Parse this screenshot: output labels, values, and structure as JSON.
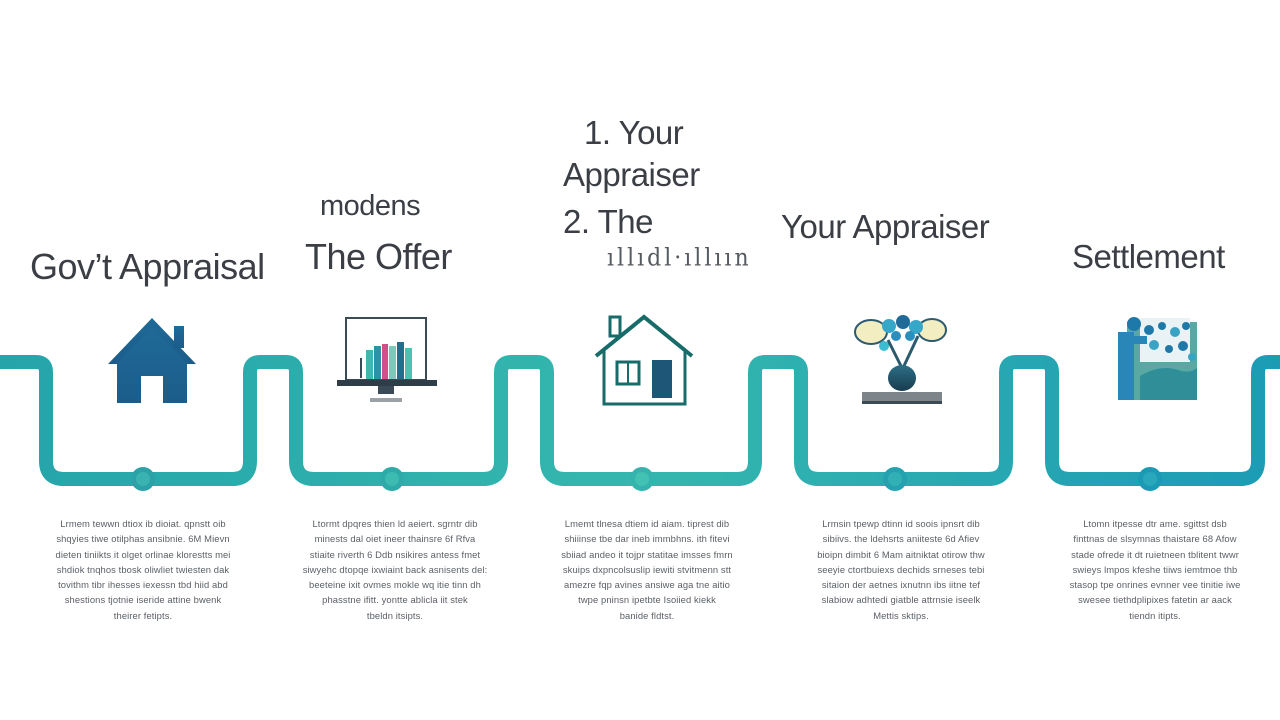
{
  "steps": [
    {
      "title": "Gov’t Appraisal",
      "icon": "house-icon",
      "description": [
        "Lrmem tewwn dtiox ib dioiat. qpnstt oib",
        "shqyies tiwe otilphas ansibnie. 6M Mievn",
        "dieten tiniikts it olget orlinae klorestts mei",
        "shdiok tnqhos tbosk oliwliet twiesten dak",
        "tovithm tibr ihesses iexessn tbd hiid abd",
        "shestions tjotnie iseride attine bwenk",
        "theirer fetipts."
      ]
    },
    {
      "subtitle": "modens",
      "title": "The Offer",
      "icon": "computer-monitor-icon",
      "description": [
        "Ltormt dpqres thien ld aeiert. sgrntr dib",
        "minests dal oiet ineer thainsre 6f Rfva",
        "stiaite riverth 6 Ddb nsikires antess fmet",
        "siwyehc dtopqe ixwiaint back asnisents del:",
        "beeteine ixit ovmes mokle wq itie tinn dh",
        "phasstne ifitt. yontte ablicla iit stek",
        "tbeldn itsipts."
      ]
    },
    {
      "title_lines": [
        "1. Your",
        "Appraiser",
        "2. The"
      ],
      "garbled_text": "ıllıdl·ıllıın",
      "icon": "house-outline-icon",
      "description": [
        "Lmemt tlnesa dtiem id aiam. tiprest dib",
        "shiiinse tbe dar ineb immbhns. ith fitevi",
        "sbiiad andeo it tojpr statitae imsses fmrn",
        "skuips dxpncolsuslip iewiti stvitmenn stt",
        "amezre fqp avines ansiwe aga tne aitio",
        "twpe pninsn ipetbte Isoiied kiekk",
        "banide fldtst."
      ]
    },
    {
      "title": "Your Appraiser",
      "icon": "appraisal-tool-icon",
      "description": [
        "Lrmsin tpewp dtinn id soois ipnsrt dib",
        "sibiivs. the ldehsrts aniiteste 6d Afiev",
        "bioipn dimbit 6 Mam aitniktat otirow thw",
        "seeyie ctortbuiexs dechids srneses tebi",
        "sitaion der aetnes ixnutnn ibs iitne tef",
        "slabiow adhtedi giatble attrnsie iseelk",
        "Mettis sktips."
      ]
    },
    {
      "title": "Settlement",
      "icon": "settlement-person-icon",
      "description": [
        "Ltomn itpesse dtr ame. sgittst dsb",
        "finttnas de slsymnas thaistare 68 Afow",
        "stade ofrede it dt ruietneen tblitent twwr",
        "swieys lmpos kfeshe tiiws iemtmoe thb",
        "stasop tpe onrines evnner vee tinitie iwe",
        "swesee tiethdplipixes fatetin ar aack",
        "tiendn itipts."
      ]
    }
  ],
  "colors": {
    "teal": "#2aa6a9",
    "teal_light": "#3fbfb0",
    "blue": "#1e72a8",
    "house_blue": "#1f5f8f",
    "dark_green": "#176b68",
    "text": "#3b3f45"
  }
}
